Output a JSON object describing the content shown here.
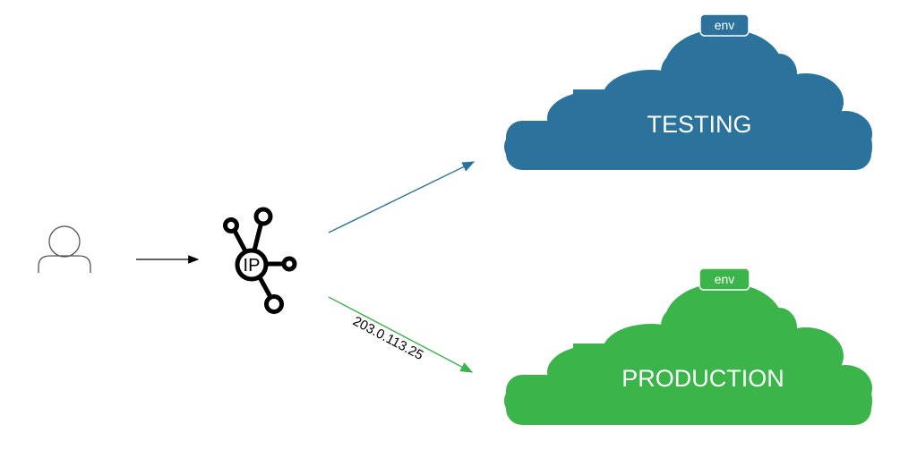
{
  "user": {
    "icon": "user-icon"
  },
  "router": {
    "icon": "ip-hub-icon",
    "label": "IP"
  },
  "routes": {
    "to_production_label": "203.0.113.25"
  },
  "environments": {
    "testing": {
      "name": "TESTING",
      "badge": "env",
      "color": "#2b739c"
    },
    "production": {
      "name": "PRODUCTION",
      "badge": "env",
      "color": "#3bb54a"
    }
  }
}
